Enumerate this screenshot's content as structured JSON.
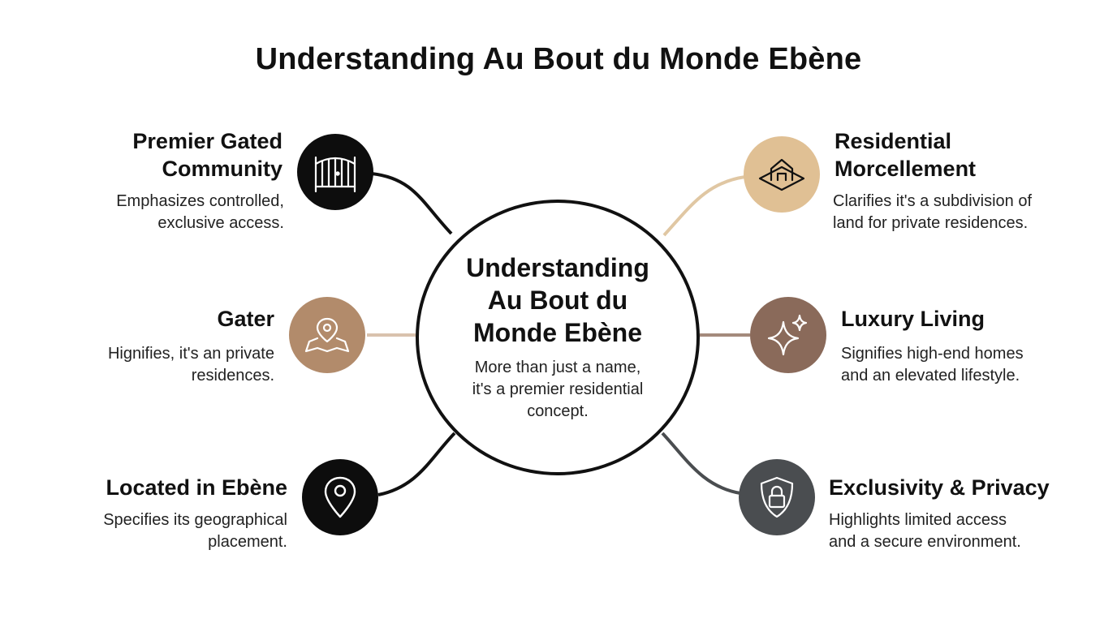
{
  "title": "Understanding Au Bout du Monde Ebène",
  "center": {
    "title_lines": [
      "Understanding",
      "Au Bout du",
      "Monde Ebène"
    ],
    "description_lines": [
      "More than just a name,",
      "it's a premier residential",
      "concept."
    ]
  },
  "features": {
    "gated": {
      "title_lines": [
        "Premier Gated",
        "Community"
      ],
      "description_lines": [
        "Emphasizes controlled,",
        "exclusive access."
      ],
      "icon": "gate-icon",
      "color": "#0d0d0d"
    },
    "gater": {
      "title_lines": [
        "Gater"
      ],
      "description_lines": [
        "Hignifies, it's an private",
        "residences."
      ],
      "icon": "map-pin-icon",
      "color": "#b28b6b"
    },
    "located": {
      "title_lines": [
        "Located in Ebène"
      ],
      "description_lines": [
        "Specifies its geographical",
        "placement."
      ],
      "icon": "location-pin-icon",
      "color": "#0d0d0d"
    },
    "residential": {
      "title_lines": [
        "Residential",
        "Morcellement"
      ],
      "description_lines": [
        "Clarifies it's a subdivision of",
        "land for private residences."
      ],
      "icon": "house-plot-icon",
      "color": "#e0c094"
    },
    "luxury": {
      "title_lines": [
        "Luxury Living"
      ],
      "description_lines": [
        "Signifies high-end homes",
        "and an elevated lifestyle."
      ],
      "icon": "sparkle-icon",
      "color": "#8a6a5a"
    },
    "exclusivity": {
      "title_lines": [
        "Exclusivity & Privacy"
      ],
      "description_lines": [
        "Highlights limited access",
        "and a secure environment."
      ],
      "icon": "shield-lock-icon",
      "color": "#4a4d50"
    }
  }
}
